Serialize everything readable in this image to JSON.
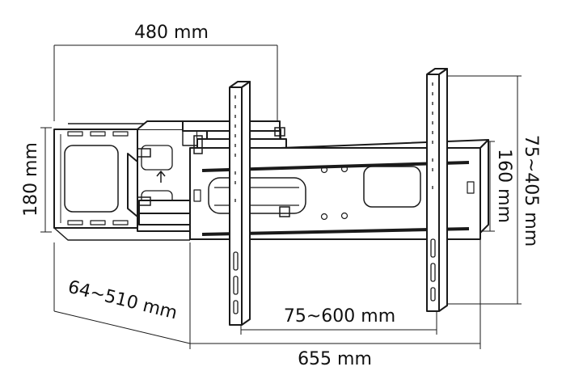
{
  "dimensions": {
    "top_width": "480 mm",
    "left_height": "180 mm",
    "extension": "64~510 mm",
    "plate_height": "160 mm",
    "vesa_vertical": "75~405 mm",
    "vesa_horizontal": "75~600 mm",
    "total_width": "655 mm"
  },
  "colors": {
    "line": "#1a1a1a",
    "background": "#ffffff"
  }
}
